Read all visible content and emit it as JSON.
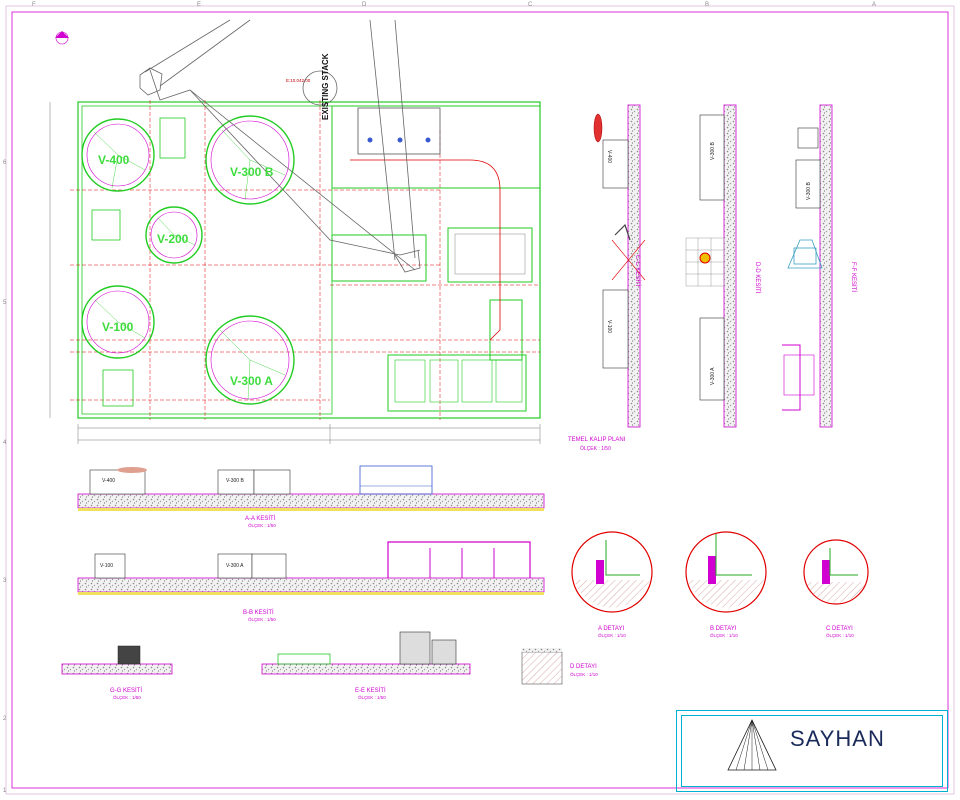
{
  "sheet": {
    "grid_cols": [
      "F",
      "E",
      "D",
      "C",
      "B",
      "A"
    ],
    "grid_rows": [
      "6",
      "5",
      "4",
      "3",
      "2",
      "1"
    ]
  },
  "plan": {
    "tanks": [
      "V-400",
      "V-300 B",
      "V-200",
      "V-100",
      "V-300 A"
    ],
    "stack_label": "EXISTING STACK",
    "title": "TEMEL KALIP PLANI",
    "scale": "ÖLÇEK : 1/50"
  },
  "sections": {
    "aa": {
      "title": "A-A KESİTİ",
      "scale": "ÖLÇEK : 1/50",
      "tanks": [
        "V-400",
        "V-300 B"
      ]
    },
    "bb": {
      "title": "B-B KESİTİ",
      "scale": "ÖLÇEK : 1/50",
      "tanks": [
        "V-100",
        "V-300 A"
      ]
    },
    "gg": {
      "title": "G-G KESİTİ",
      "scale": "ÖLÇEK : 1/50"
    },
    "ee": {
      "title": "E-E KESİTİ",
      "scale": "ÖLÇEK : 1/50"
    },
    "cc": {
      "title": "C-C KESİTİ",
      "scale": "ÖLÇEK : 1/50",
      "tanks": [
        "V-400",
        "V-100"
      ]
    },
    "dd": {
      "title": "D-D KESİTİ",
      "scale": "ÖLÇEK : 1/50",
      "tanks": [
        "V-300 B",
        "V-300 A"
      ]
    },
    "ff": {
      "title": "F-F KESİTİ",
      "scale": "ÖLÇEK : 1/50",
      "tanks": [
        "V-300 B"
      ]
    }
  },
  "details": {
    "a": {
      "title": "A DETAYI",
      "scale": "ÖLÇEK : 1/10"
    },
    "b": {
      "title": "B DETAYI",
      "scale": "ÖLÇEK : 1/10"
    },
    "c": {
      "title": "C DETAYI",
      "scale": "ÖLÇEK : 1/10"
    },
    "d": {
      "title": "D DETAYI",
      "scale": "ÖLÇEK : 1/10"
    }
  },
  "title_block": {
    "company": "SAYHAN"
  },
  "colors": {
    "green": "#22cc22",
    "magenta": "#d000d0",
    "red": "#e00000",
    "gray": "#9a9a9a",
    "border": "#d000d0",
    "cyan": "#00b0d0"
  }
}
